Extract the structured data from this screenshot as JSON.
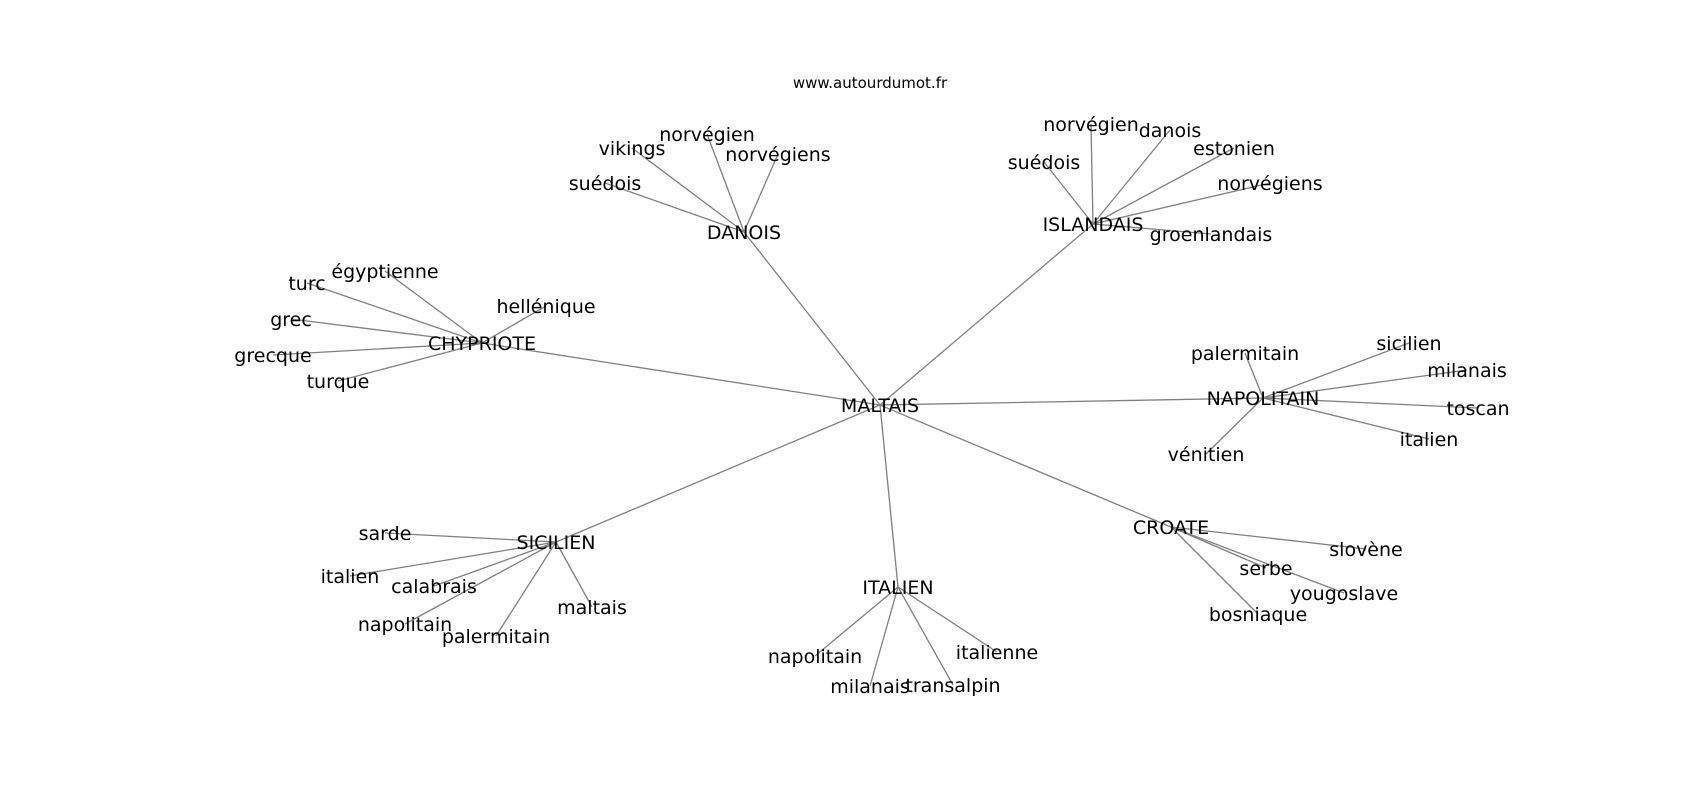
{
  "header": {
    "site": "www.autourdumot.fr"
  },
  "graph": {
    "center": "MALTAIS",
    "clusters": [
      {
        "hub": "DANOIS",
        "words": [
          "vikings",
          "norvégien",
          "norvégiens",
          "suédois"
        ]
      },
      {
        "hub": "ISLANDAIS",
        "words": [
          "norvégien",
          "danois",
          "suédois",
          "estonien",
          "norvégiens",
          "groenlandais"
        ]
      },
      {
        "hub": "CHYPRIOTE",
        "words": [
          "égyptienne",
          "turc",
          "hellénique",
          "grec",
          "grecque",
          "turque"
        ]
      },
      {
        "hub": "NAPOLITAIN",
        "words": [
          "palermitain",
          "sicilien",
          "milanais",
          "toscan",
          "italien",
          "vénitien"
        ]
      },
      {
        "hub": "SICILIEN",
        "words": [
          "sarde",
          "italien",
          "calabrais",
          "maltais",
          "napolitain",
          "palermitain"
        ]
      },
      {
        "hub": "ITALIEN",
        "words": [
          "italienne",
          "napolitain",
          "milanais",
          "transalpin"
        ]
      },
      {
        "hub": "CROATE",
        "words": [
          "slovène",
          "serbe",
          "yougoslave",
          "bosniaque"
        ]
      }
    ]
  }
}
